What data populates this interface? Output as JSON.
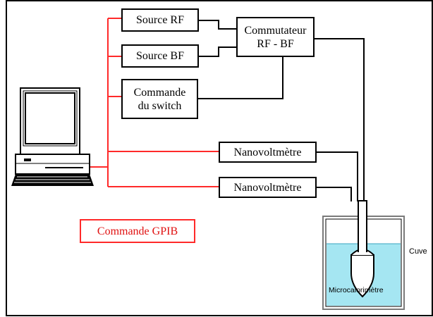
{
  "diagram": {
    "colors": {
      "gpib": "#ff2a2a",
      "wire": "#000000",
      "liquid": "#a5e6f2",
      "tank_border": "#7a7a7a"
    },
    "boxes": {
      "source_rf": "Source RF",
      "source_bf": "Source BF",
      "commutateur": [
        "Commutateur",
        "RF - BF"
      ],
      "commande_switch": [
        "Commande",
        "du switch"
      ],
      "nanovoltmetre_1": "Nanovoltmètre",
      "nanovoltmetre_2": "Nanovoltmètre"
    },
    "legend_gpib": "Commande GPIB",
    "tank": {
      "cuve_label": "Cuve",
      "probe_label": "Microcalorimètre"
    },
    "icons": {
      "computer": "computer-icon",
      "probe": "microcalorimeter-probe-icon"
    }
  }
}
